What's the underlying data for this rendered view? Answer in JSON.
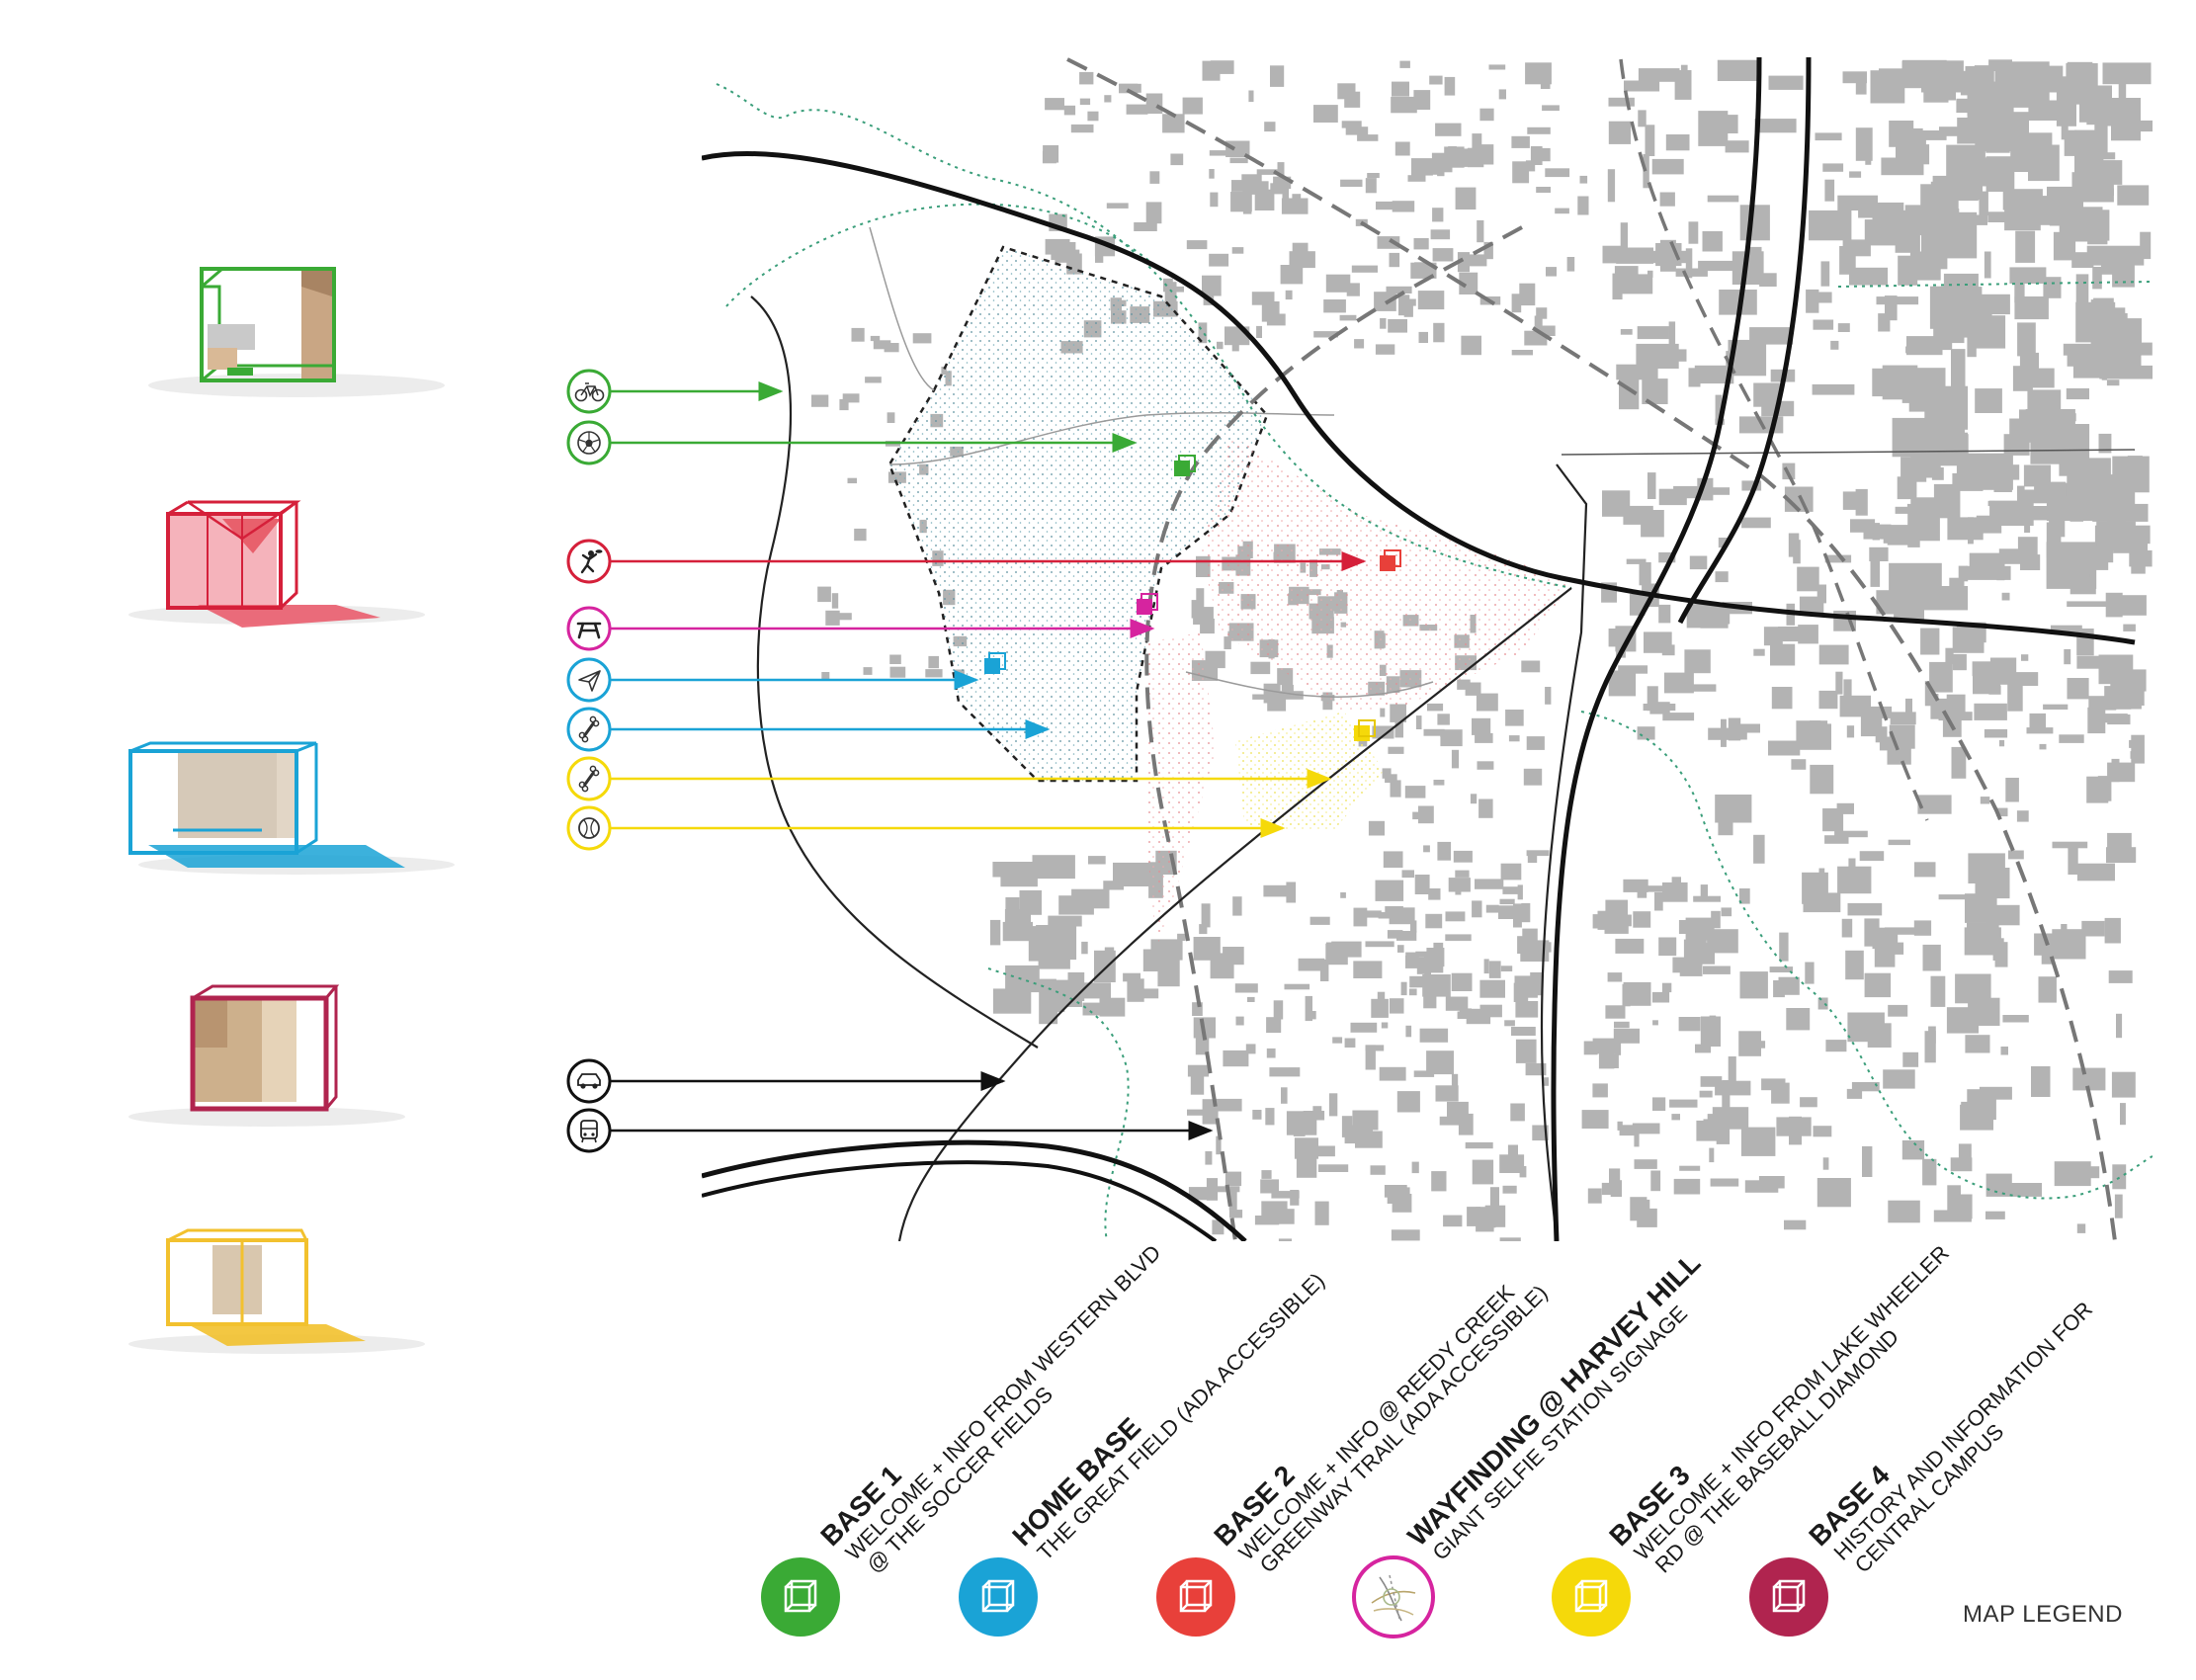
{
  "map_legend_label": "MAP LEGEND",
  "colors": {
    "green": "#3aaa35",
    "blue": "#1aa3d6",
    "red": "#e8403a",
    "magenta": "#d6249f",
    "crimson": "#d5203a",
    "yellow": "#f5d90a",
    "maroon": "#b0244f",
    "gold": "#f2c12e",
    "building": "#b3b3b3",
    "road": "#111111"
  },
  "legend": [
    {
      "title": "BASE 1",
      "line1": "WELCOME + INFO FROM WESTERN BLVD",
      "line2": "@ THE SOCCER FIELDS",
      "color": "#3aaa35"
    },
    {
      "title": "HOME BASE",
      "line1": "THE GREAT FIELD (ADA ACCESSIBLE)",
      "line2": "",
      "color": "#1aa3d6"
    },
    {
      "title": "BASE 2",
      "line1": "WELCOME + INFO @ REEDY CREEK",
      "line2": "GREENWAY TRAIL (ADA ACCESSIBLE)",
      "color": "#e8403a"
    },
    {
      "title": "WAYFINDING @ HARVEY HILL",
      "line1": "GIANT SELFIE STATION SIGNAGE",
      "line2": "",
      "color": "#d6249f"
    },
    {
      "title": "BASE 3",
      "line1": "WELCOME + INFO FROM LAKE WHEELER",
      "line2": "RD @ THE BASEBALL DIAMOND",
      "color": "#f5d90a"
    },
    {
      "title": "BASE 4",
      "line1": "HISTORY AND INFORMATION  FOR",
      "line2": "CENTRAL CAMPUS",
      "color": "#b0244f"
    }
  ],
  "activity_icons": [
    {
      "icon": "bicycle-icon",
      "color": "#3aaa35"
    },
    {
      "icon": "soccer-ball-icon",
      "color": "#3aaa35"
    },
    {
      "icon": "frisbee-player-icon",
      "color": "#d5203a"
    },
    {
      "icon": "picnic-table-icon",
      "color": "#d6249f"
    },
    {
      "icon": "paper-plane-icon",
      "color": "#1aa3d6"
    },
    {
      "icon": "dog-bone-icon",
      "color": "#1aa3d6"
    },
    {
      "icon": "dog-bone-icon",
      "color": "#f5d90a"
    },
    {
      "icon": "baseball-icon",
      "color": "#f5d90a"
    },
    {
      "icon": "car-icon",
      "color": "#111111"
    },
    {
      "icon": "bus-icon",
      "color": "#111111"
    }
  ],
  "pavilion_models": [
    {
      "color": "#3aaa35"
    },
    {
      "color": "#e8403a"
    },
    {
      "color": "#1aa3d6"
    },
    {
      "color": "#b0244f"
    },
    {
      "color": "#f2c12e"
    }
  ]
}
